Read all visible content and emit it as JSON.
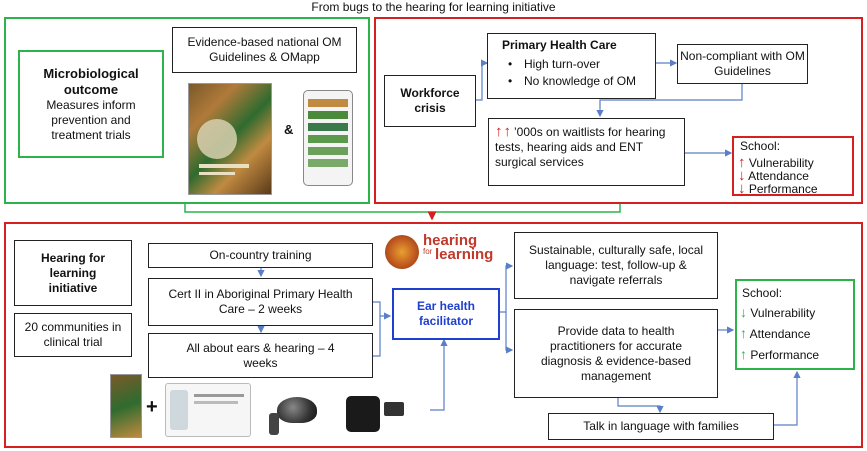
{
  "title": "From bugs to the hearing for learning initiative",
  "top_left": {
    "microbiological_title": "Microbiological outcome",
    "microbiological_text": "Measures inform prevention and treatment trials",
    "guidelines": "Evidence-based national OM Guidelines & OMapp",
    "ampersand": "&"
  },
  "top_right": {
    "workforce": "Workforce crisis",
    "phc_title": "Primary Health Care",
    "phc_items": [
      "High turn-over",
      "No knowledge of OM"
    ],
    "noncompliant": "Non-compliant with OM Guidelines",
    "waitlist": "’000s on waitlists for hearing tests, hearing aids and ENT surgical services",
    "school_title": "School:",
    "school_items": [
      "Vulnerability",
      "Attendance",
      "Performance"
    ]
  },
  "bottom": {
    "hfl_title": "Hearing for learning initiative",
    "communities": "20 communities in clinical trial",
    "on_country": "On-country training",
    "cert": "Cert II in Aboriginal Primary Health Care – 2 weeks",
    "ears": "All about ears & hearing – 4 weeks",
    "facilitator": "Ear health facilitator",
    "logo_line1": "hearing",
    "logo_line2": "for",
    "logo_line3": "learning",
    "sustainable": "Sustainable, culturally safe, local language: test, follow-up & navigate referrals",
    "provide": "Provide data to health practitioners for accurate diagnosis & evidence-based management",
    "talk": "Talk in language with families",
    "school_title": "School:",
    "school_items": [
      "Vulnerability",
      "Attendance",
      "Performance"
    ],
    "plus": "+"
  },
  "colors": {
    "green": "#2db34a",
    "red": "#d62020",
    "blue": "#1f3fcf",
    "connector": "#5b7fc7"
  }
}
